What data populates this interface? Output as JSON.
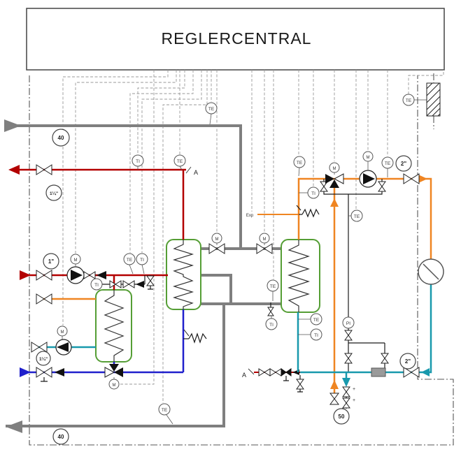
{
  "title": "REGLERCENTRAL",
  "labels": {
    "te": "TE",
    "ti": "TI",
    "pi": "PI",
    "m": "M",
    "conn_a": "A",
    "exp": "Exp",
    "dn40": "40",
    "dn50": "50",
    "d1": "1\"",
    "d114": "1¼\"",
    "d2": "2\"",
    "plus": "+"
  },
  "colors": {
    "district_heating_pipe": "#7f7f7f",
    "hot_supply": "#b30000",
    "radiator_circuit": "#ef8522",
    "hot_water_circulation": "#1899ad",
    "cold_water": "#2020cc",
    "heat_exchanger": "#559e35"
  }
}
